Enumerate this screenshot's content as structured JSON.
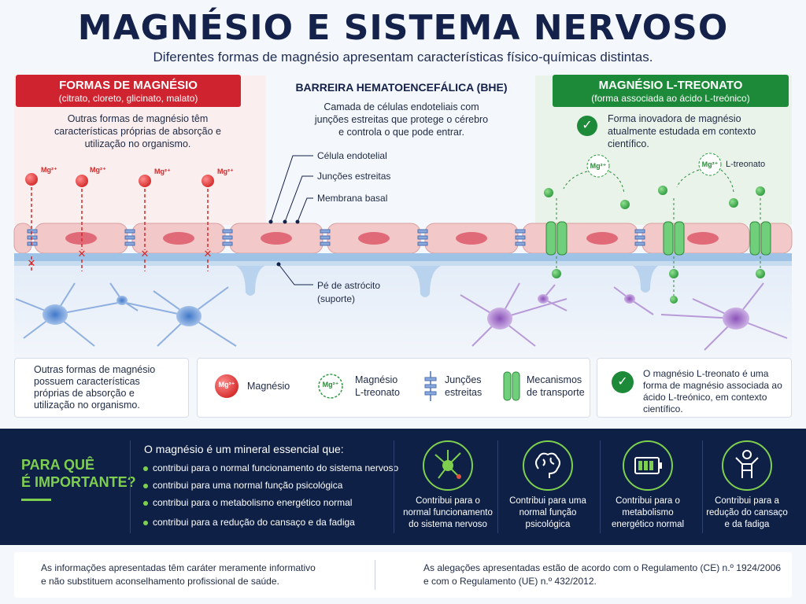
{
  "title": "MAGNÉSIO E SISTEMA NERVOSO",
  "subtitle": "Diferentes formas de magnésio apresentam características físico-químicas distintas.",
  "left_panel": {
    "heading": "FORMAS DE MAGNÉSIO",
    "subheading": "(citrato, cloreto, glicinato, malato)",
    "description": "Outras formas de magnésio têm características próprias de absorção e utilização no organismo."
  },
  "center_panel": {
    "heading": "BARREIRA HEMATOENCEFÁLICA (BHE)",
    "description": "Camada de células endoteliais com junções estreitas que protege o cérebro e controla o que pode entrar."
  },
  "right_panel": {
    "heading": "MAGNÉSIO L-TREONATO",
    "subheading": "(forma associada ao ácido L-treónico)",
    "description": "Forma inovadora de magnésio atualmente estudada em contexto científico."
  },
  "diagram_labels": {
    "endothelial_cell": "Célula endotelial",
    "tight_junctions": "Junções estreitas",
    "basal_membrane": "Membrana basal",
    "astrocyte_foot_line1": "Pé de astrócito",
    "astrocyte_foot_line2": "(suporte)",
    "l_threonate": "L-treonato",
    "mg_ion": "Mg²⁺"
  },
  "legend": {
    "left_text": "Outras formas de magnésio possuem características próprias de absorção e utilização no organismo.",
    "magnesium": "Magnésio",
    "mg_l_threonate_line1": "Magnésio",
    "mg_l_threonate_line2": "L-treonato",
    "junctions_line1": "Junções",
    "junctions_line2": "estreitas",
    "transport_line1": "Mecanismos",
    "transport_line2": "de transporte",
    "right_text": "O magnésio L-treonato é uma forma de magnésio associada ao ácido L-treónico, em contexto científico."
  },
  "importance": {
    "question_line1": "PARA QUÊ",
    "question_line2": "É IMPORTANTE?",
    "intro": "O magnésio é um mineral essencial que:",
    "bullets": [
      "contribui para o normal funcionamento do sistema nervoso",
      "contribui para uma normal função psicológica",
      "contribui para o metabolismo energético normal",
      "contribui para a redução do cansaço e da fadiga"
    ],
    "icons": [
      {
        "icon": "neuron-icon",
        "line1": "Contribui para o",
        "line2": "normal funcionamento",
        "line3": "do sistema nervoso"
      },
      {
        "icon": "brain-icon",
        "line1": "Contribui para uma",
        "line2": "normal função",
        "line3": "psicológica"
      },
      {
        "icon": "battery-icon",
        "line1": "Contribui para o",
        "line2": "metabolismo",
        "line3": "energético normal"
      },
      {
        "icon": "person-icon",
        "line1": "Contribui para a",
        "line2": "redução do cansaço",
        "line3": "e da fadiga"
      }
    ]
  },
  "footer": {
    "left_line1": "As informações apresentadas têm caráter meramente informativo",
    "left_line2": "e não substituem aconselhamento profissional de saúde.",
    "right_line1": "As alegações apresentadas estão de acordo com o Regulamento (CE) n.º 1924/2006",
    "right_line2": "e com o Regulamento (UE) n.º 432/2012."
  },
  "colors": {
    "red": "#cf2330",
    "green": "#1d8a3a",
    "navy": "#0e2046",
    "lime": "#7fcf4f"
  }
}
